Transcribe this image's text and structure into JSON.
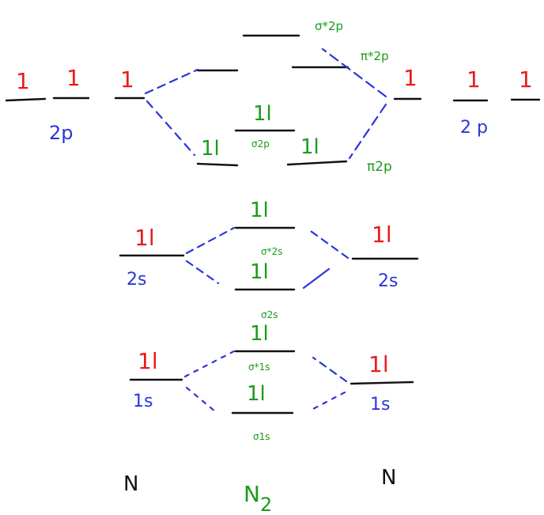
{
  "colors": {
    "atomic_electrons": "#e81c1c",
    "molecular_electrons": "#1b9b1b",
    "atomic_labels": "#2a36d8",
    "connectors": "#2a36d8",
    "mo_labels": "#1b9b1b",
    "levels": "#111111"
  },
  "atom_left": {
    "name": "N",
    "label_2p": "2p",
    "label_2s": "2s",
    "label_1s": "1s",
    "occ_2p": [
      "1",
      "1",
      "1"
    ],
    "occ_2s": "1l",
    "occ_1s": "1l"
  },
  "atom_right": {
    "name": "N",
    "label_2p": "2 p",
    "label_2s": "2s",
    "label_1s": "1s",
    "occ_2p": [
      "1",
      "1",
      "1"
    ],
    "occ_2s": "1l",
    "occ_1s": "1l"
  },
  "molecule": {
    "name": "N",
    "subscript": "2",
    "sigma_star_2p": {
      "label": "σ*2p",
      "occ": ""
    },
    "pi_star_2p": {
      "label": "π*2p",
      "occ": ""
    },
    "sigma_2p": {
      "label": "σ2p",
      "occ": "1l"
    },
    "pi_2p": {
      "label": "π2p",
      "occ_a": "1l",
      "occ_b": "1l"
    },
    "sigma_star_2s": {
      "label": "σ*2s",
      "occ": "1l"
    },
    "sigma_2s": {
      "label": "σ2s",
      "occ": "1l"
    },
    "sigma_star_1s": {
      "label": "σ*1s",
      "occ": "1l"
    },
    "sigma_1s": {
      "label": "σ1s",
      "occ": "1l"
    }
  }
}
